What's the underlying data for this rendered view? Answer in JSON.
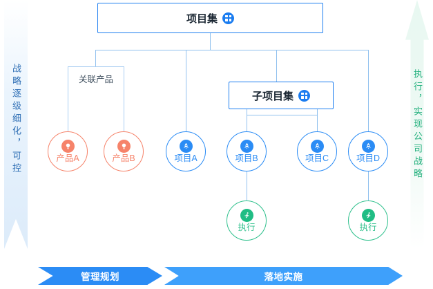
{
  "diagram": {
    "title_nodes": {
      "program": {
        "label": "项目集",
        "icon": "grid-icon"
      },
      "subprogram": {
        "label": "子项目集",
        "icon": "grid-icon"
      }
    },
    "bracket_label": "关联产品",
    "products": [
      {
        "label": "产品A",
        "icon": "lightbulb-icon",
        "color": "#f6836a"
      },
      {
        "label": "产品B",
        "icon": "lightbulb-icon",
        "color": "#f6836a"
      }
    ],
    "projects": [
      {
        "label": "项目A",
        "icon": "rocket-icon",
        "color": "#2b8cf5"
      },
      {
        "label": "项目B",
        "icon": "rocket-icon",
        "color": "#2b8cf5"
      },
      {
        "label": "项目C",
        "icon": "rocket-icon",
        "color": "#2b8cf5"
      },
      {
        "label": "项目D",
        "icon": "rocket-icon",
        "color": "#2b8cf5"
      }
    ],
    "executions": [
      {
        "label": "执行",
        "icon": "runner-icon",
        "color": "#20bd84"
      },
      {
        "label": "执行",
        "icon": "runner-icon",
        "color": "#20bd84"
      }
    ],
    "side_arrows": {
      "left": {
        "text": "战略逐级细化，可控",
        "color": "#2f6fb5",
        "direction": "down"
      },
      "right": {
        "text": "执行，实现公司战略",
        "color": "#22b07d",
        "direction": "up"
      }
    },
    "banners": [
      {
        "label": "管理规划",
        "color": "#2b8cf5"
      },
      {
        "label": "落地实施",
        "color": "#3ea0fb"
      }
    ]
  }
}
